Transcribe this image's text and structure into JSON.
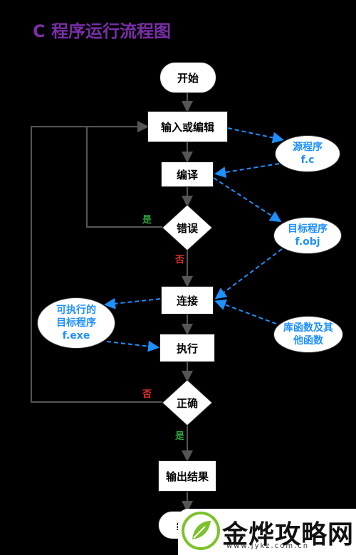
{
  "title": "C 程序运行流程图",
  "nodes": {
    "start": "开始",
    "input_edit": "输入或编辑",
    "compile": "编译",
    "error": "错误",
    "link": "连接",
    "execute": "执行",
    "correct": "正确",
    "output": "输出结果",
    "end": "结束"
  },
  "side": {
    "source_line1": "源程序",
    "source_line2": "f.c",
    "object_line1": "目标程序",
    "object_line2": "f.obj",
    "exe_line1": "可执行的",
    "exe_line2": "目标程序",
    "exe_line3": "f.exe",
    "lib_line1": "库函数及其",
    "lib_line2": "他函数"
  },
  "labels": {
    "error_yes": "是",
    "error_no": "否",
    "correct_no": "否",
    "correct_yes": "是"
  },
  "watermark": {
    "brand": "金烨攻略网",
    "url": "www.jykz.com.cn"
  },
  "colors": {
    "background": "#000000",
    "title": "#7a2ea8",
    "dashed_arrow": "#1e90ff",
    "yes_label": "#2e9e3e",
    "no_label": "#e0312b"
  }
}
